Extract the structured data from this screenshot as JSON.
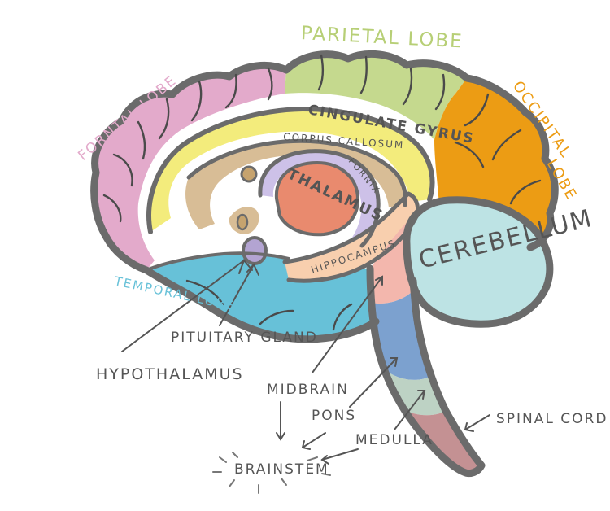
{
  "labels": {
    "parietal": "PARIETAL LOBE",
    "frontal": "FORNTAL LOBE",
    "occipital_1": "OCCIPITAL",
    "occipital_2": "LOBE",
    "cingulate": "CINGULATE GYRUS",
    "corpus": "CORPUS CALLOSUM",
    "fornix": "FORNIX",
    "thalamus": "THALAMUS",
    "hippocampus": "HIPPOCAMPUS",
    "cerebellum": "CEREBELLUM",
    "temporal": "TEMPORAL LOBE",
    "pituitary": "PITUITARY GLAND",
    "hypothalamus": "HYPOTHALAMUS",
    "midbrain": "MIDBRAIN",
    "pons": "PONS",
    "medulla": "MEDULLA",
    "spinal_cord": "SPINAL CORD",
    "brainstem": "BRAINSTEM"
  },
  "colors": {
    "frontal": "#e3aacb",
    "parietal": "#c5d98e",
    "occipital": "#ec9c14",
    "temporal": "#67c1d8",
    "cingulate": "#f3ec7c",
    "corpus": "#d8bd96",
    "fornix": "#cdc1e8",
    "thalamus": "#e98a6e",
    "hippocampus": "#f8cfae",
    "cerebellum": "#bde3e4",
    "midbrain": "#f3b7ad",
    "pons": "#7ca1cf",
    "medulla": "#bdd2c4",
    "spinal_cord": "#c49193",
    "hypothalamus": "#b3a4d2",
    "outline": "#6b6b6b",
    "text": "#555555"
  }
}
